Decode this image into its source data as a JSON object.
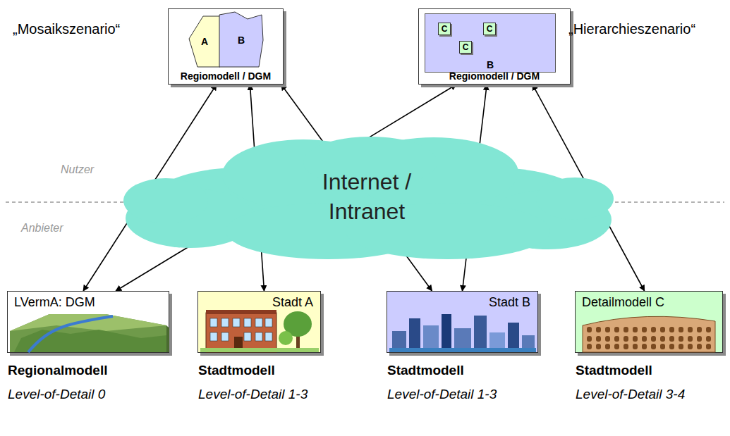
{
  "diagram": {
    "nodes": [
      {
        "text": [
          "Regiomodell / DGM"
        ]
      },
      {
        "text": [
          "A"
        ],
        "in": 0
      },
      {
        "text": [
          "B"
        ],
        "in": 0
      },
      {
        "text": [
          "Regiomodell / DGM"
        ]
      },
      {
        "text": [
          "B"
        ],
        "in": 3
      },
      {
        "text": [
          "C"
        ],
        "in": 4
      },
      {
        "text": [
          "C"
        ],
        "in": 4
      },
      {
        "text": [
          "C"
        ],
        "in": 4
      },
      {
        "text": [
          "Internet / Intranet"
        ]
      },
      {
        "text": [
          "LVermA: DGM",
          "Regionalmodell",
          "Level-of-Detail 0"
        ]
      },
      {
        "text": [
          "Stadt A",
          "Stadtmodell",
          "Level-of-Detail 1-3"
        ]
      },
      {
        "text": [
          "Stadt B",
          "Stadtmodell",
          "Level-of-Detail 1-3"
        ]
      },
      {
        "text": [
          "Detailmodell C",
          "Stadtmodell",
          "Level-of-Detail 3-4"
        ]
      }
    ],
    "edges": [
      {
        "from": 0,
        "to": 9,
        "arrow": "both"
      },
      {
        "from": 0,
        "to": 10,
        "arrow": "both"
      },
      {
        "from": 0,
        "to": 11,
        "arrow": "both"
      },
      {
        "from": 3,
        "to": 9,
        "arrow": "both"
      },
      {
        "from": 3,
        "to": 11,
        "arrow": "both"
      },
      {
        "from": 3,
        "to": 12,
        "arrow": "both"
      }
    ],
    "labels": [
      "„Mosaikszenario“",
      "„Hierarchieszenario“",
      "Nutzer",
      "Anbieter"
    ]
  }
}
